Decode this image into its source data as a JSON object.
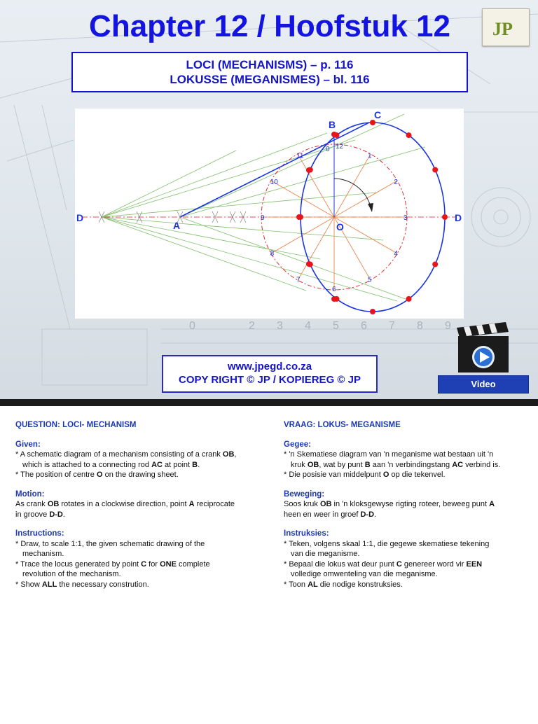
{
  "header": {
    "title": "Chapter 12 / Hoofstuk 12",
    "logo_text": "JP",
    "subtitle_line1": "LOCI (MECHANISMS) – p. 116",
    "subtitle_line2": "LOKUSSE (MEGANISMES) – bl. 116"
  },
  "diagram": {
    "point_labels": {
      "A": "A",
      "B": "B",
      "C": "C",
      "D_left": "D",
      "D_right": "D",
      "O": "O"
    },
    "clock_numbers": [
      "12",
      "1",
      "2",
      "3",
      "4",
      "5",
      "6",
      "7",
      "8",
      "9",
      "10",
      "11"
    ],
    "zero_label": "0",
    "colors": {
      "locus": "#1a35e0",
      "points": "#e8141a",
      "construction": "#e87a3a",
      "rays": "#7fbf6a",
      "labels": "#1a35e0"
    }
  },
  "footer": {
    "website": "www.jpegd.co.za",
    "copyright": "COPY RIGHT © JP / KOPIEREG © JP",
    "video_label": "Video"
  },
  "question_en": {
    "heading": "QUESTION: LOCI- MECHANISM",
    "given_heading": "Given:",
    "given_1_a": "* A schematic diagram of a mechanism consisting of a crank ",
    "given_1_b": "OB",
    "given_1_c": ",",
    "given_1_d": "which is attached to a connecting rod ",
    "given_1_e": "AC",
    "given_1_f": " at point ",
    "given_1_g": "B",
    "given_1_h": ".",
    "given_2_a": "* The position of centre ",
    "given_2_b": "O",
    "given_2_c": " on the drawing sheet.",
    "motion_heading": "Motion:",
    "motion_a": "As crank ",
    "motion_b": "OB",
    "motion_c": " rotates in a clockwise direction, point ",
    "motion_d": "A",
    "motion_e": " reciprocate",
    "motion_f": "in groove ",
    "motion_g": "D-D",
    "motion_h": ".",
    "instr_heading": "Instructions:",
    "instr_1_a": "* Draw, to scale 1:1, the given schematic drawing of the",
    "instr_1_b": "mechanism.",
    "instr_2_a": "* Trace the locus generated by point ",
    "instr_2_b": "C",
    "instr_2_c": " for ",
    "instr_2_d": "ONE",
    "instr_2_e": " complete",
    "instr_2_f": "revolution of the mechanism.",
    "instr_3_a": "* Show ",
    "instr_3_b": "ALL",
    "instr_3_c": " the necessary constrution."
  },
  "question_af": {
    "heading": "VRAAG:   LOKUS- MEGANISME",
    "given_heading": "Gegee:",
    "given_1_a": "* 'n Skematiese diagram van 'n meganisme wat bestaan uit 'n",
    "given_1_b": "kruk ",
    "given_1_c": "OB",
    "given_1_d": ", wat by punt ",
    "given_1_e": "B",
    "given_1_f": " aan 'n verbindingstang ",
    "given_1_g": "AC",
    "given_1_h": " verbind is.",
    "given_2_a": "* Die posisie van middelpunt ",
    "given_2_b": "O",
    "given_2_c": " op die tekenvel.",
    "motion_heading": "Beweging:",
    "motion_a": "Soos kruk ",
    "motion_b": "OB",
    "motion_c": " in 'n kloksgewyse rigting roteer, beweeg punt ",
    "motion_d": "A",
    "motion_e": "heen en weer in groef ",
    "motion_f": "D-D",
    "motion_g": ".",
    "instr_heading": "Instruksies:",
    "instr_1_a": "* Teken, volgens skaal 1:1, die gegewe skematiese tekening",
    "instr_1_b": "van die meganisme.",
    "instr_2_a": "* Bepaal die lokus wat deur punt ",
    "instr_2_b": "C",
    "instr_2_c": " genereer word vir ",
    "instr_2_d": "EEN",
    "instr_2_e": "volledige omwenteling van die meganisme.",
    "instr_3_a": "* Toon ",
    "instr_3_b": "AL",
    "instr_3_c": " die nodige konstruksies."
  }
}
